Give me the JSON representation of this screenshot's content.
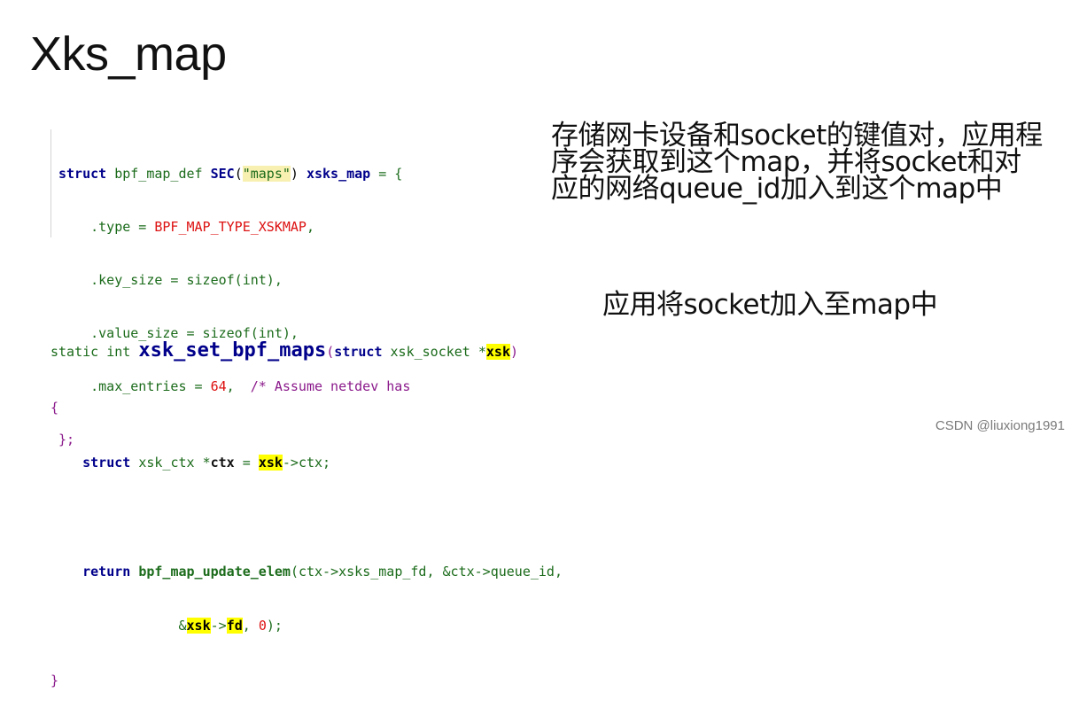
{
  "slide": {
    "title": "Xks_map",
    "note_main": "存储网卡设备和socket的键值对，应用程序会获取到这个map，并将socket和对应的网络queue_id加入到这个map中",
    "note_secondary": "应用将socket加入至map中",
    "watermark": "CSDN @liuxiong1991"
  },
  "code_block_1": {
    "l1": {
      "struct": "struct",
      "type": " bpf_map_def ",
      "sec": "SEC",
      "open": "(",
      "str": "\"maps\"",
      "close": ") ",
      "name": "xsks_map",
      "eq": " = {"
    },
    "l2": {
      "field": "    .type = ",
      "val": "BPF_MAP_TYPE_XSKMAP",
      "end": ","
    },
    "l3": {
      "text": "    .key_size = sizeof(int),"
    },
    "l4": {
      "text": "    .value_size = sizeof(int),"
    },
    "l5": {
      "field": "    .max_entries = ",
      "num": "64",
      "sep": ",  ",
      "comment": "/* Assume netdev has"
    },
    "l6": {
      "text": "};"
    }
  },
  "code_block_2": {
    "l1": {
      "static": "static int ",
      "fn": "xsk_set_bpf_maps",
      "open": "(",
      "struct": "struct",
      "type": " xsk_socket *",
      "param": "xsk",
      "close": ")"
    },
    "l2": {
      "text": "{"
    },
    "l3": {
      "indent": "    ",
      "struct": "struct",
      "type": " xsk_ctx *",
      "var": "ctx",
      "eq": " = ",
      "xsk": "xsk",
      "rest": "->ctx;"
    },
    "l4": {
      "text": " "
    },
    "l5": {
      "indent": "    ",
      "ret": "return",
      "sp": " ",
      "fn": "bpf_map_update_elem",
      "args": "(ctx->xsks_map_fd, &ctx->queue_id,"
    },
    "l6": {
      "indent": "                ",
      "amp": "&",
      "xsk": "xsk",
      "arrow": "->",
      "fd": "fd",
      "rest": ", ",
      "zero": "0",
      "end": ");"
    },
    "l7": {
      "text": "}"
    }
  }
}
